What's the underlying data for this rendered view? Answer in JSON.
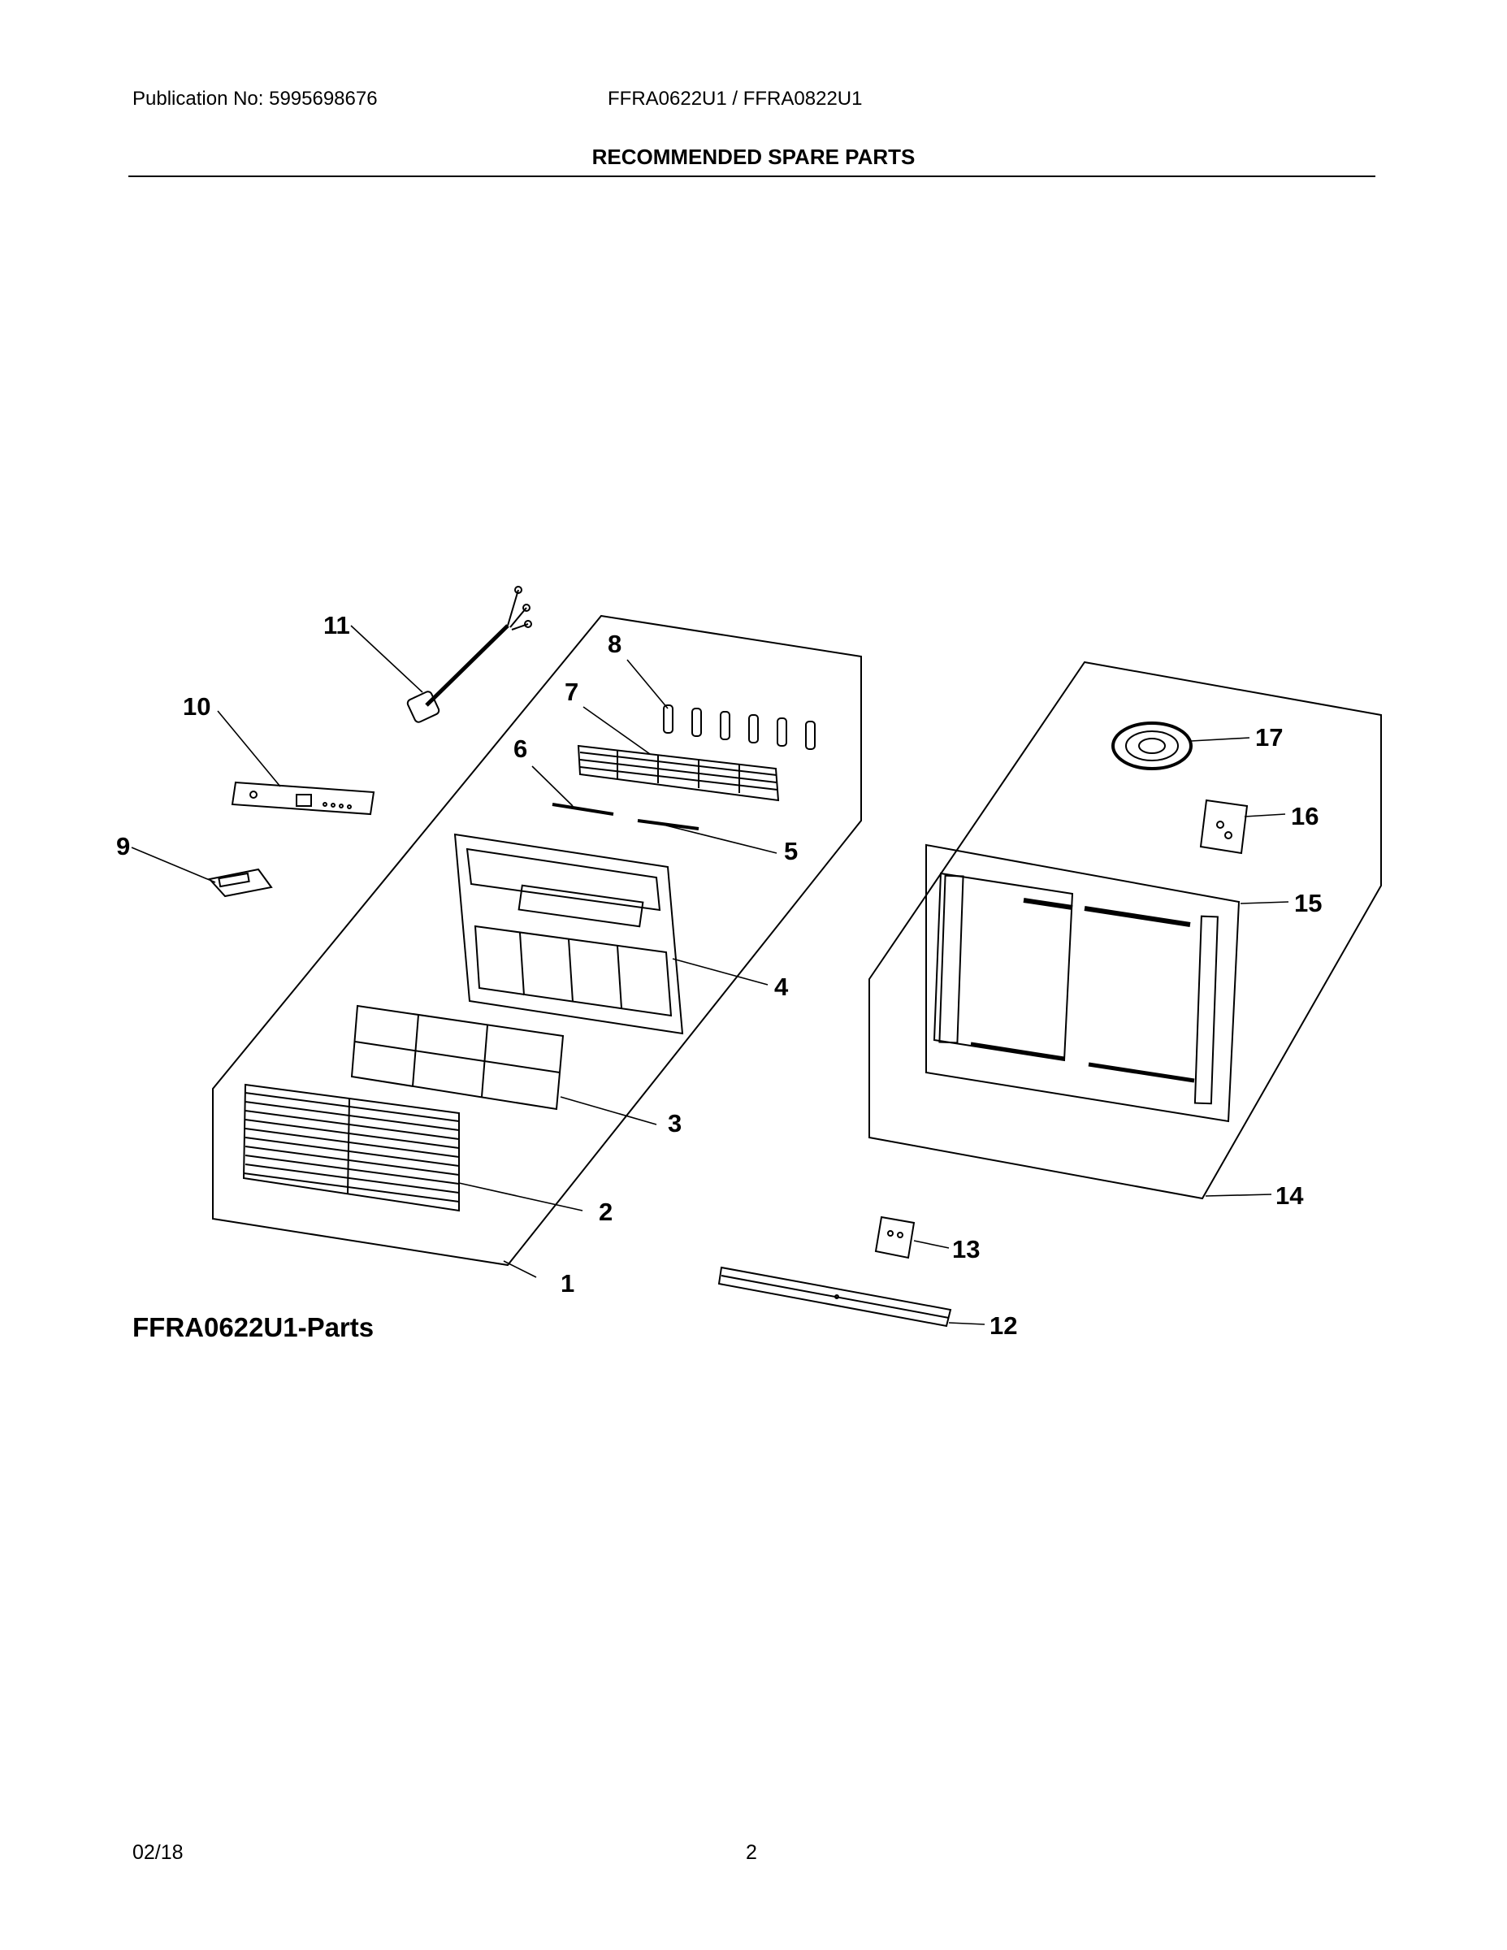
{
  "header": {
    "publication": "Publication No: 5995698676",
    "models": "FFRA0622U1 / FFRA0822U1"
  },
  "page_title": "RECOMMENDED SPARE PARTS",
  "diagram": {
    "caption": "FFRA0622U1-Parts",
    "callouts": [
      "1",
      "2",
      "3",
      "4",
      "5",
      "6",
      "7",
      "8",
      "9",
      "10",
      "11",
      "12",
      "13",
      "14",
      "15",
      "16",
      "17"
    ]
  },
  "footer": {
    "date": "02/18",
    "page_number": "2"
  }
}
